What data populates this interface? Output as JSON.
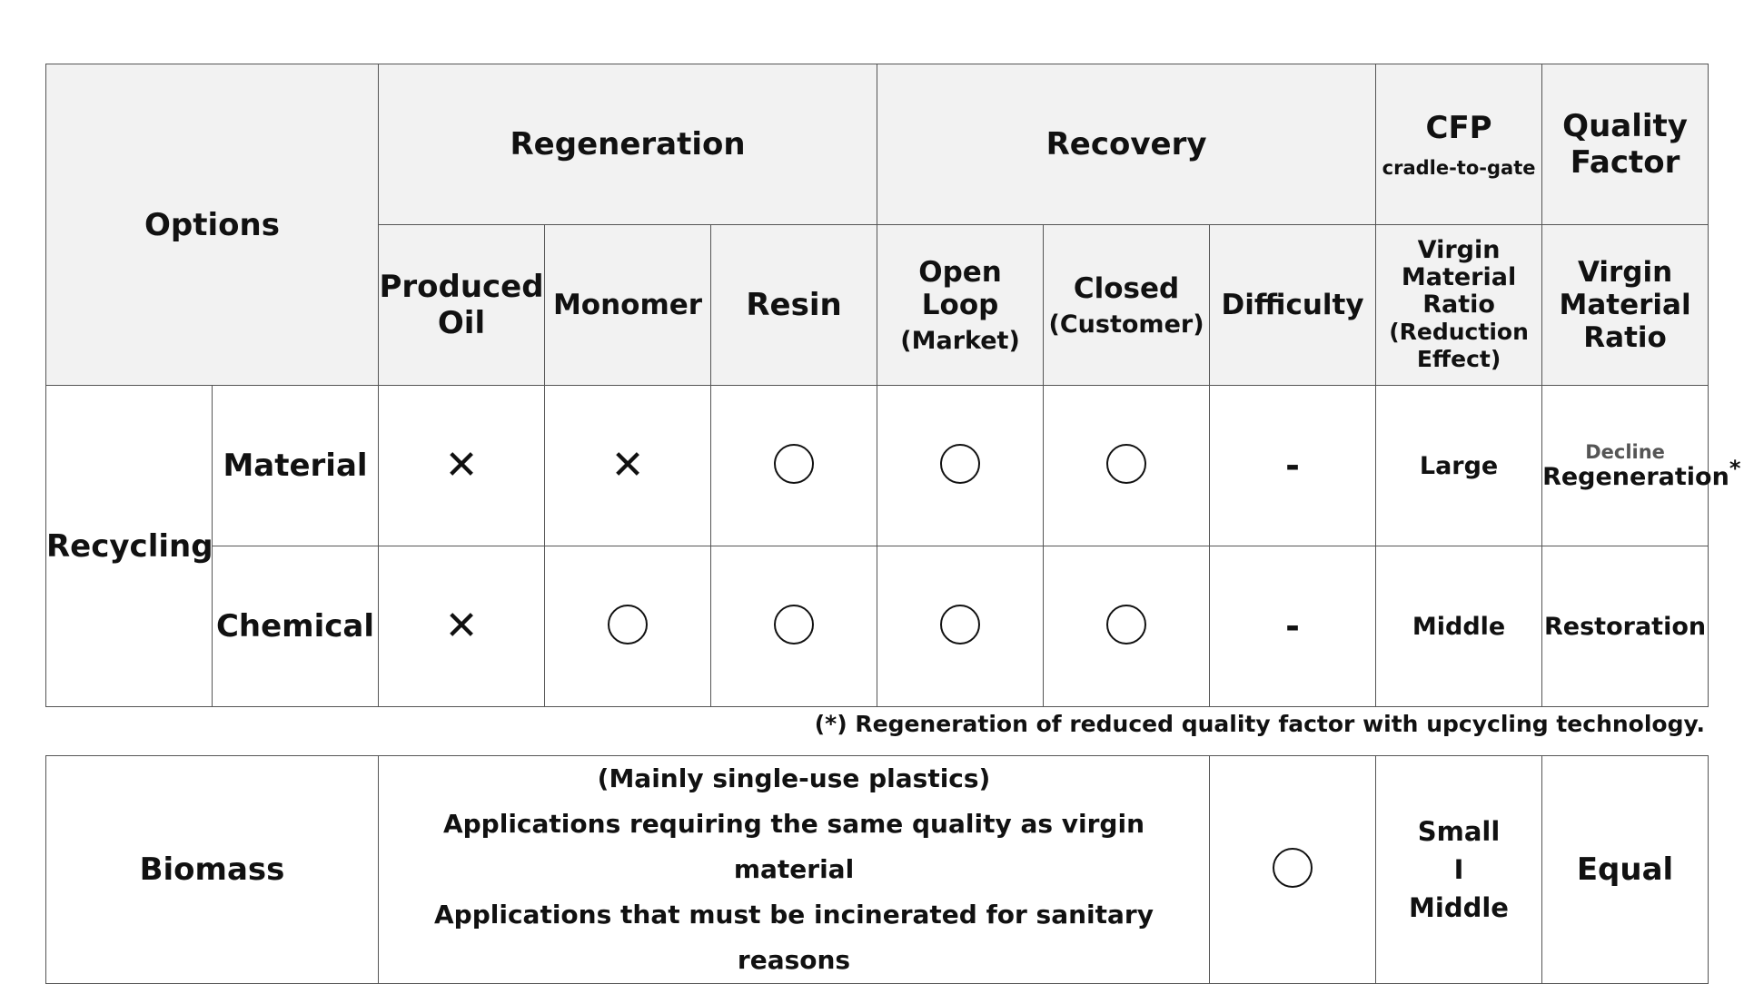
{
  "header": {
    "options": "Options",
    "regeneration": "Regeneration",
    "recovery": "Recovery",
    "cfp": "CFP",
    "cfp_sub": "cradle-to-gate",
    "quality_factor": "Quality Factor",
    "produced_oil": "Produced Oil",
    "monomer": "Monomer",
    "resin": "Resin",
    "open_loop": "Open Loop",
    "open_loop_sub": "(Market)",
    "closed": "Closed",
    "closed_sub": "(Customer)",
    "difficulty": "Difficulty",
    "cfp_col": "Virgin Material Ratio",
    "cfp_col_sub": "(Reduction Effect)",
    "qf_col": "Virgin Material Ratio"
  },
  "recycling": {
    "label": "Recycling",
    "rows": [
      {
        "name": "Material",
        "marks": [
          "cross",
          "cross",
          "circle",
          "circle",
          "circle"
        ],
        "difficulty": "-",
        "cfp": "Large",
        "quality_top": "Decline",
        "quality": "Regeneration",
        "quality_star": "*"
      },
      {
        "name": "Chemical",
        "marks": [
          "cross",
          "circle",
          "circle",
          "circle",
          "circle"
        ],
        "difficulty": "-",
        "cfp": "Middle",
        "quality_top": "",
        "quality": "Restoration",
        "quality_star": ""
      }
    ]
  },
  "footnote": "(*) Regeneration of reduced quality factor with upcycling technology.",
  "biomass": {
    "label": "Biomass",
    "lines": [
      "(Mainly single-use plastics)",
      "Applications requiring the same quality as virgin material",
      "Applications that must be incinerated for sanitary reasons"
    ],
    "mark": "circle",
    "cfp_lines": [
      "Small",
      "I",
      "Middle"
    ],
    "quality": "Equal"
  },
  "symbols": {
    "cross": "✕",
    "circle": "○"
  }
}
